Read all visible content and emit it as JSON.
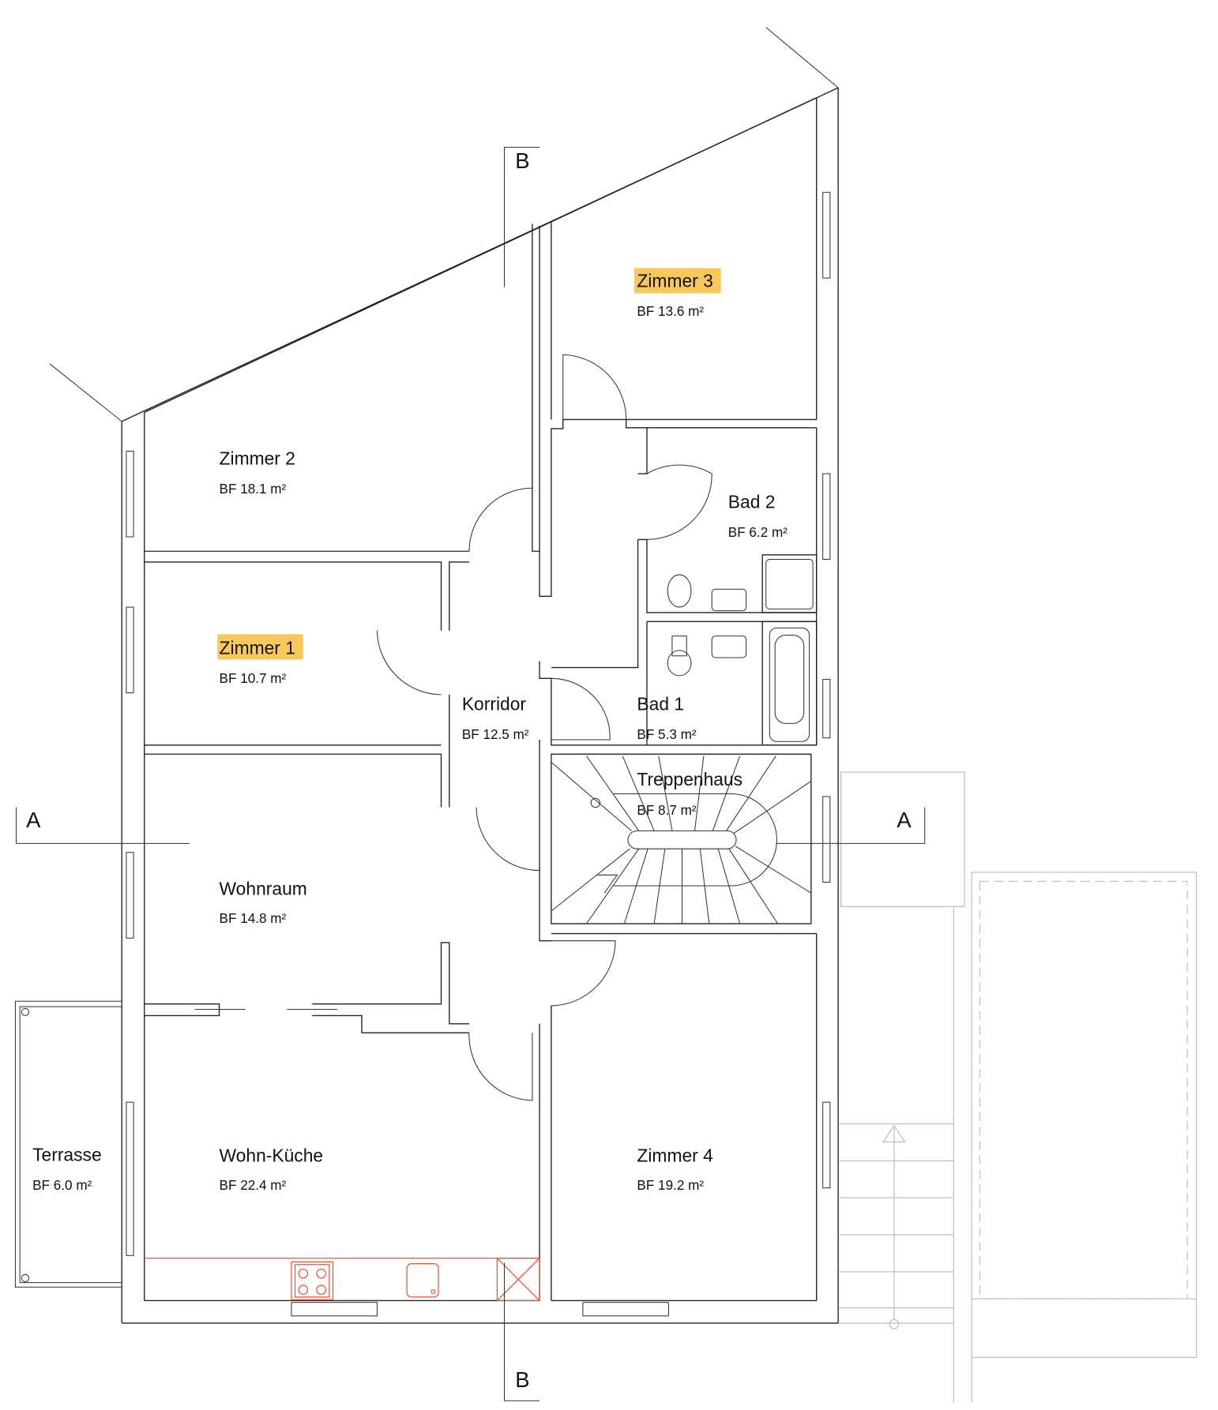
{
  "highlight_color": "#f9c85a",
  "kitchen_color": "#e8553a",
  "rooms": [
    {
      "name": "Zimmer 3",
      "area": "BF 13.6 m²",
      "highlighted": true
    },
    {
      "name": "Zimmer 2",
      "area": "BF 18.1 m²",
      "highlighted": false
    },
    {
      "name": "Bad 2",
      "area": "BF 6.2 m²",
      "highlighted": false
    },
    {
      "name": "Zimmer 1",
      "area": "BF 10.7 m²",
      "highlighted": true
    },
    {
      "name": "Korridor",
      "area": "BF 12.5 m²",
      "highlighted": false
    },
    {
      "name": "Bad 1",
      "area": "BF 5.3 m²",
      "highlighted": false
    },
    {
      "name": "Treppenhaus",
      "area": "BF 8.7 m²",
      "highlighted": false
    },
    {
      "name": "Wohnraum",
      "area": "BF 14.8 m²",
      "highlighted": false
    },
    {
      "name": "Terrasse",
      "area": "BF 6.0 m²",
      "highlighted": false
    },
    {
      "name": "Wohn-Küche",
      "area": "BF 22.4 m²",
      "highlighted": false
    },
    {
      "name": "Zimmer 4",
      "area": "BF 19.2 m²",
      "highlighted": false
    }
  ],
  "sections": {
    "a_left": "A",
    "a_right": "A",
    "b_top": "B",
    "b_bottom": "B"
  }
}
